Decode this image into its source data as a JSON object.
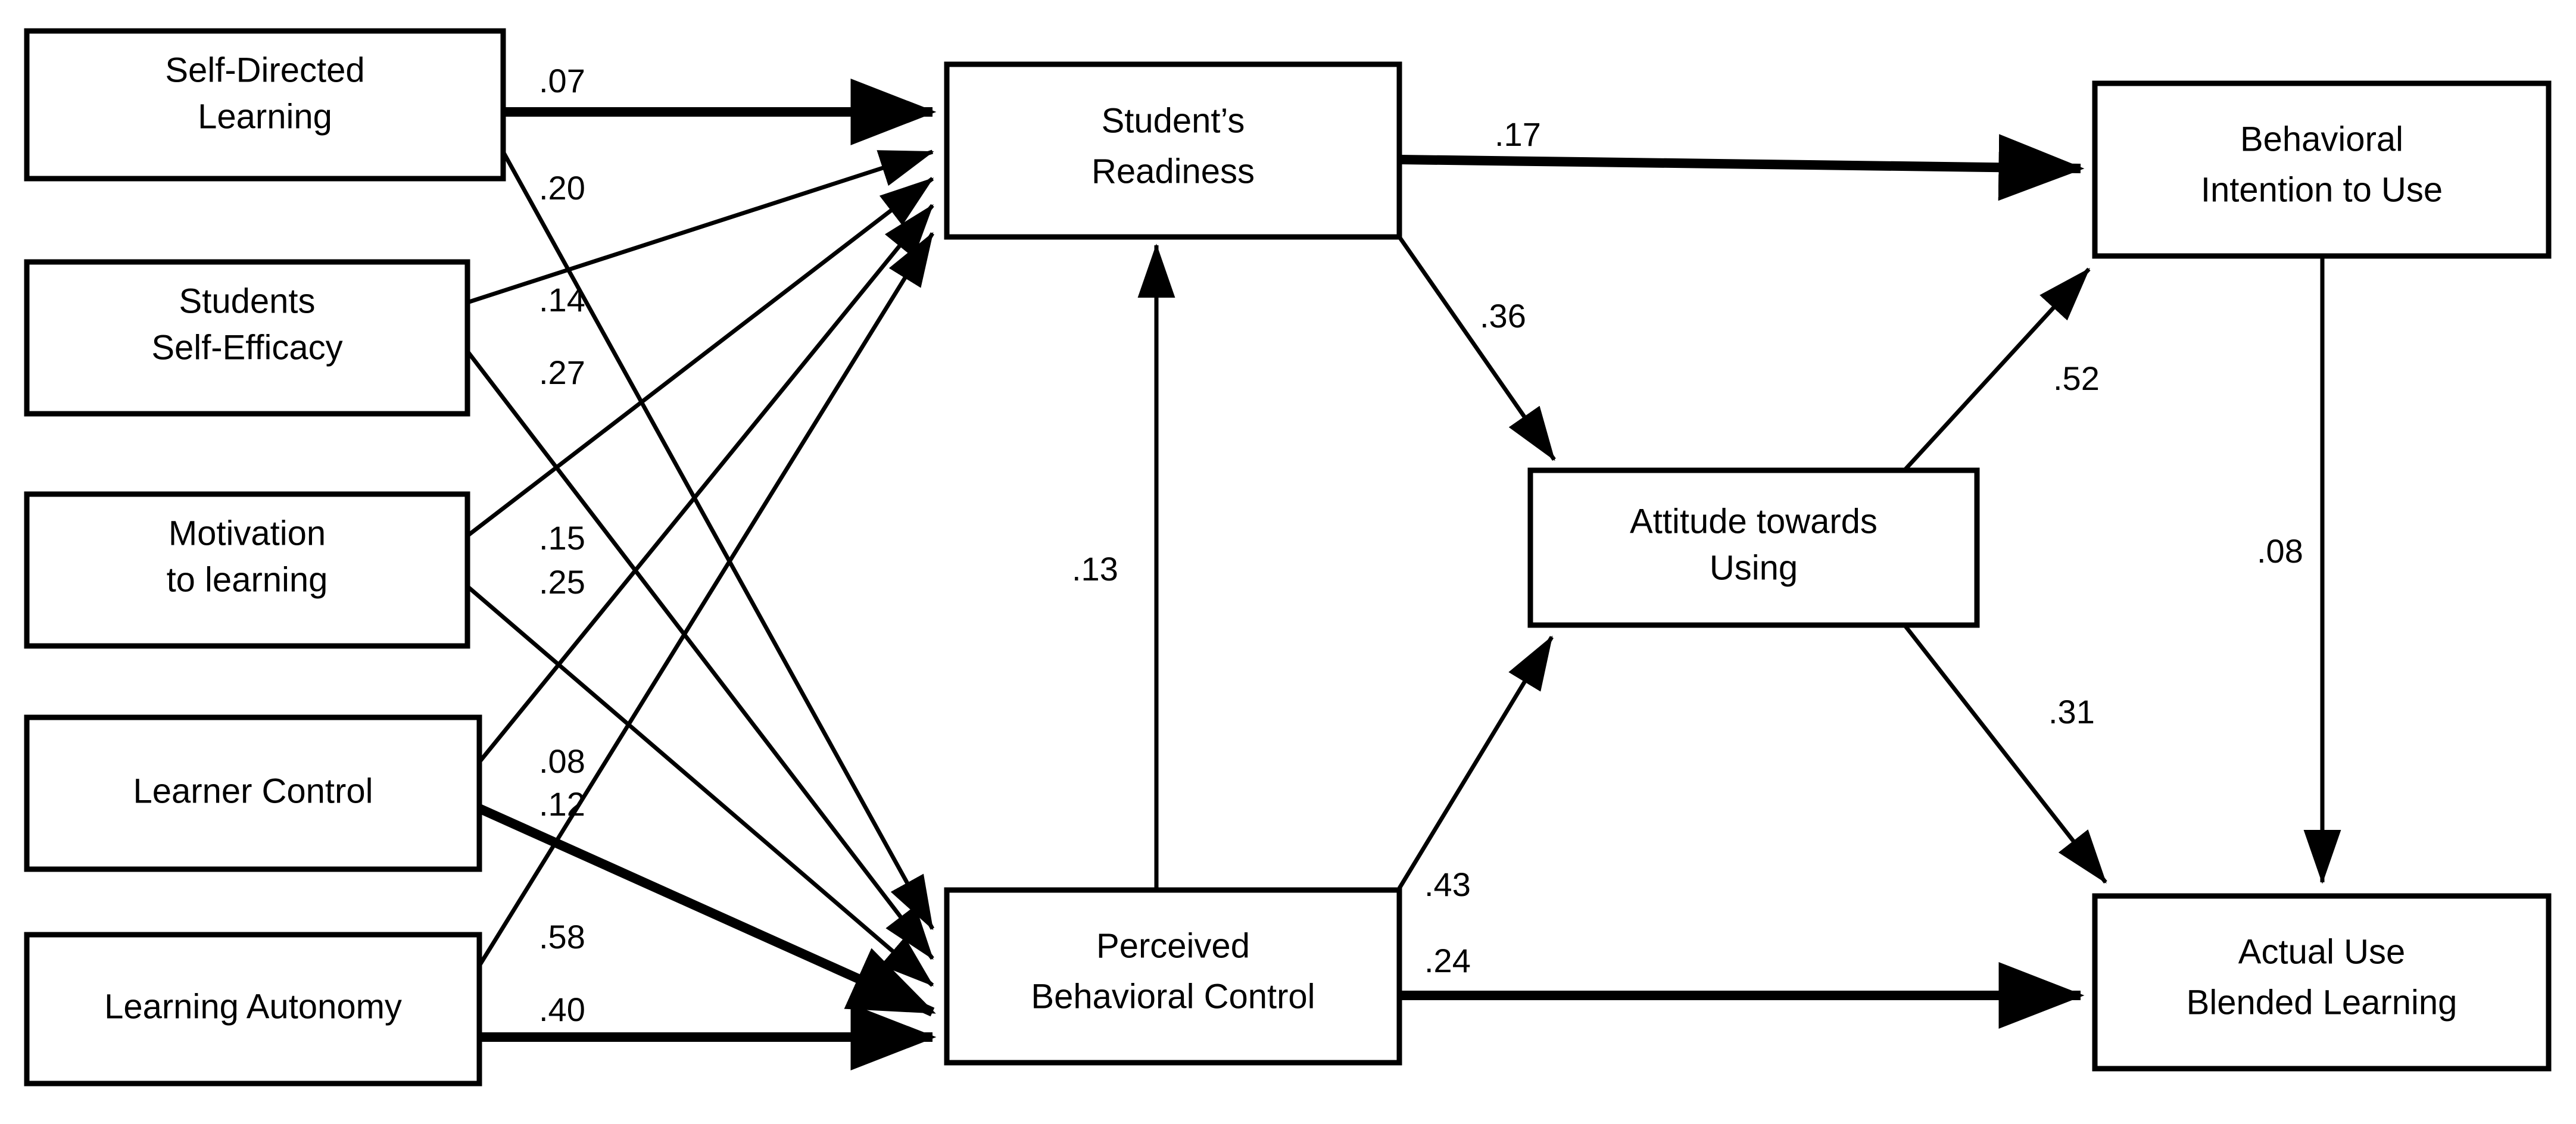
{
  "diagram": {
    "type": "structural-equation-model-path-diagram",
    "background_color": "#ffffff",
    "line_color": "#000000",
    "box_fill_color": "#ffffff"
  },
  "nodes": {
    "self_directed_learning": {
      "line1": "Self-Directed",
      "line2": "Learning"
    },
    "students_self_efficacy": {
      "line1": "Students",
      "line2": "Self-Efficacy"
    },
    "motivation_to_learning": {
      "line1": "Motivation",
      "line2": "to learning"
    },
    "learner_control": {
      "line1": "Learner Control",
      "line2": ""
    },
    "learning_autonomy": {
      "line1": "Learning Autonomy",
      "line2": ""
    },
    "students_readiness": {
      "line1": "Student’s",
      "line2": "Readiness"
    },
    "perceived_behavioral_control": {
      "line1": "Perceived",
      "line2": "Behavioral Control"
    },
    "attitude_towards_using": {
      "line1": "Attitude towards",
      "line2": "Using"
    },
    "behavioral_intention_to_use": {
      "line1": "Behavioral",
      "line2": "Intention to Use"
    },
    "actual_use_blended_learning": {
      "line1": "Actual Use",
      "line2": "Blended Learning"
    }
  },
  "chart_data": {
    "type": "diagram",
    "title": "",
    "paths": [
      {
        "id": "sdl-sr",
        "from": "Self-Directed Learning",
        "to": "Student’s Readiness",
        "coefficient": ".07"
      },
      {
        "id": "sdl-pbc",
        "from": "Self-Directed Learning",
        "to": "Perceived Behavioral Control",
        "coefficient": ".20"
      },
      {
        "id": "sse-sr",
        "from": "Students Self-Efficacy",
        "to": "Student’s Readiness",
        "coefficient": ".14"
      },
      {
        "id": "sse-pbc",
        "from": "Students Self-Efficacy",
        "to": "Perceived Behavioral Control",
        "coefficient": ".27"
      },
      {
        "id": "mtl-sr",
        "from": "Motivation to learning",
        "to": "Student’s Readiness",
        "coefficient": ".15"
      },
      {
        "id": "mtl-pbc",
        "from": "Motivation to learning",
        "to": "Perceived Behavioral Control",
        "coefficient": ".25"
      },
      {
        "id": "lc-sr",
        "from": "Learner Control",
        "to": "Student’s Readiness",
        "coefficient": ".08"
      },
      {
        "id": "lc-pbc",
        "from": "Learner Control",
        "to": "Perceived Behavioral Control",
        "coefficient": ".12"
      },
      {
        "id": "la-sr",
        "from": "Learning Autonomy",
        "to": "Student’s Readiness",
        "coefficient": ".58"
      },
      {
        "id": "la-pbc",
        "from": "Learning Autonomy",
        "to": "Perceived Behavioral Control",
        "coefficient": ".40"
      },
      {
        "id": "sr-biu",
        "from": "Student’s Readiness",
        "to": "Behavioral Intention to Use",
        "coefficient": ".17"
      },
      {
        "id": "sr-atu",
        "from": "Student’s Readiness",
        "to": "Attitude towards Using",
        "coefficient": ".36"
      },
      {
        "id": "pbc-sr",
        "from": "Perceived Behavioral Control",
        "to": "Student’s Readiness",
        "coefficient": ".13"
      },
      {
        "id": "atu-biu",
        "from": "Attitude towards Using",
        "to": "Behavioral Intention to Use",
        "coefficient": ".52"
      },
      {
        "id": "biu-aubl",
        "from": "Behavioral Intention to Use",
        "to": "Actual Use Blended Learning",
        "coefficient": ".08"
      },
      {
        "id": "atu-aubl",
        "from": "Attitude towards Using",
        "to": "Actual Use Blended Learning",
        "coefficient": ".31"
      },
      {
        "id": "pbc-atu",
        "from": "Perceived Behavioral Control",
        "to": "Attitude towards Using",
        "coefficient": ".43"
      },
      {
        "id": "pbc-aubl",
        "from": "Perceived Behavioral Control",
        "to": "Actual Use Blended Learning",
        "coefficient": ".24"
      }
    ],
    "coefficient_labels": {
      "c_07": ".07",
      "c_20": ".20",
      "c_14": ".14",
      "c_27": ".27",
      "c_15": ".15",
      "c_25": ".25",
      "c_08a": ".08",
      "c_12": ".12",
      "c_58": ".58",
      "c_40": ".40",
      "c_17": ".17",
      "c_36": ".36",
      "c_13": ".13",
      "c_52": ".52",
      "c_08b": ".08",
      "c_31": ".31",
      "c_43": ".43",
      "c_24": ".24"
    }
  }
}
